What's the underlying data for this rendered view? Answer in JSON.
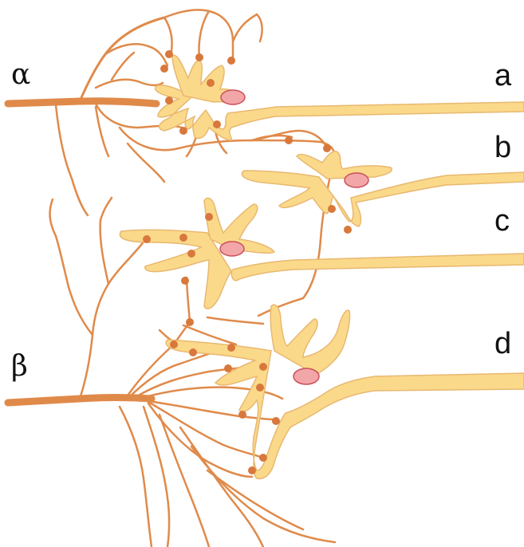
{
  "diagram": {
    "input_fibers": [
      {
        "id": "alpha",
        "label": "α"
      },
      {
        "id": "beta",
        "label": "β"
      }
    ],
    "neurons": [
      {
        "id": "a",
        "label": "a"
      },
      {
        "id": "b",
        "label": "b"
      },
      {
        "id": "c",
        "label": "c"
      },
      {
        "id": "d",
        "label": "d"
      }
    ]
  },
  "colors": {
    "axon": "#e08a4a",
    "cell_body": "#fbd98a",
    "cell_outline": "#e8b870",
    "nucleus_fill": "#f2a6a8",
    "nucleus_outline": "#c9505a",
    "synapse": "#d8783c"
  }
}
